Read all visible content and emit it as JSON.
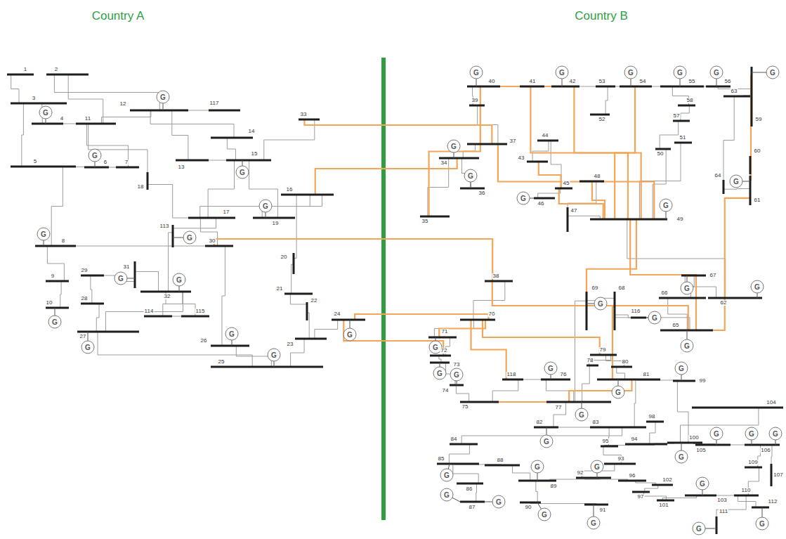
{
  "diagram": {
    "labels": [
      "Country A",
      "Country B",
      "1",
      "2",
      "3",
      "4",
      "11",
      "12",
      "117",
      "14",
      "5",
      "6",
      "7",
      "13",
      "15",
      "33",
      "18",
      "16",
      "19",
      "17",
      "113",
      "30",
      "8",
      "9",
      "10",
      "31",
      "29",
      "28",
      "27",
      "32",
      "114",
      "115",
      "20",
      "21",
      "22",
      "23",
      "24",
      "26",
      "25",
      "40",
      "41",
      "42",
      "53",
      "54",
      "55",
      "56",
      "59",
      "52",
      "39",
      "37",
      "34",
      "36",
      "35",
      "43",
      "44",
      "45",
      "46",
      "48",
      "47",
      "49",
      "58",
      "57",
      "50",
      "51",
      "63",
      "60",
      "61",
      "64",
      "38",
      "66",
      "67",
      "62",
      "65",
      "69",
      "68",
      "116",
      "70",
      "71",
      "72",
      "73",
      "74",
      "75",
      "118",
      "76",
      "77",
      "78",
      "79",
      "80",
      "81",
      "99",
      "82",
      "83",
      "84",
      "85",
      "86",
      "87",
      "88",
      "89",
      "90",
      "91",
      "92",
      "93",
      "94",
      "95",
      "96",
      "97",
      "98",
      "100",
      "101",
      "102",
      "103",
      "104",
      "105",
      "106",
      "107",
      "109",
      "110",
      "111",
      "112",
      "G",
      "G",
      "G",
      "G",
      "G",
      "G",
      "G",
      "G",
      "G",
      "G",
      "G",
      "G",
      "G",
      "G",
      "G",
      "G",
      "G",
      "G",
      "G",
      "G",
      "G",
      "G",
      "G",
      "G",
      "G",
      "G",
      "G",
      "G",
      "G",
      "G",
      "G",
      "G",
      "G",
      "G",
      "G",
      "G",
      "G",
      "G",
      "G",
      "G",
      "G",
      "G",
      "G",
      "G",
      "G",
      "G",
      "G",
      "G",
      "G",
      "G",
      "G",
      "G"
    ]
  }
}
